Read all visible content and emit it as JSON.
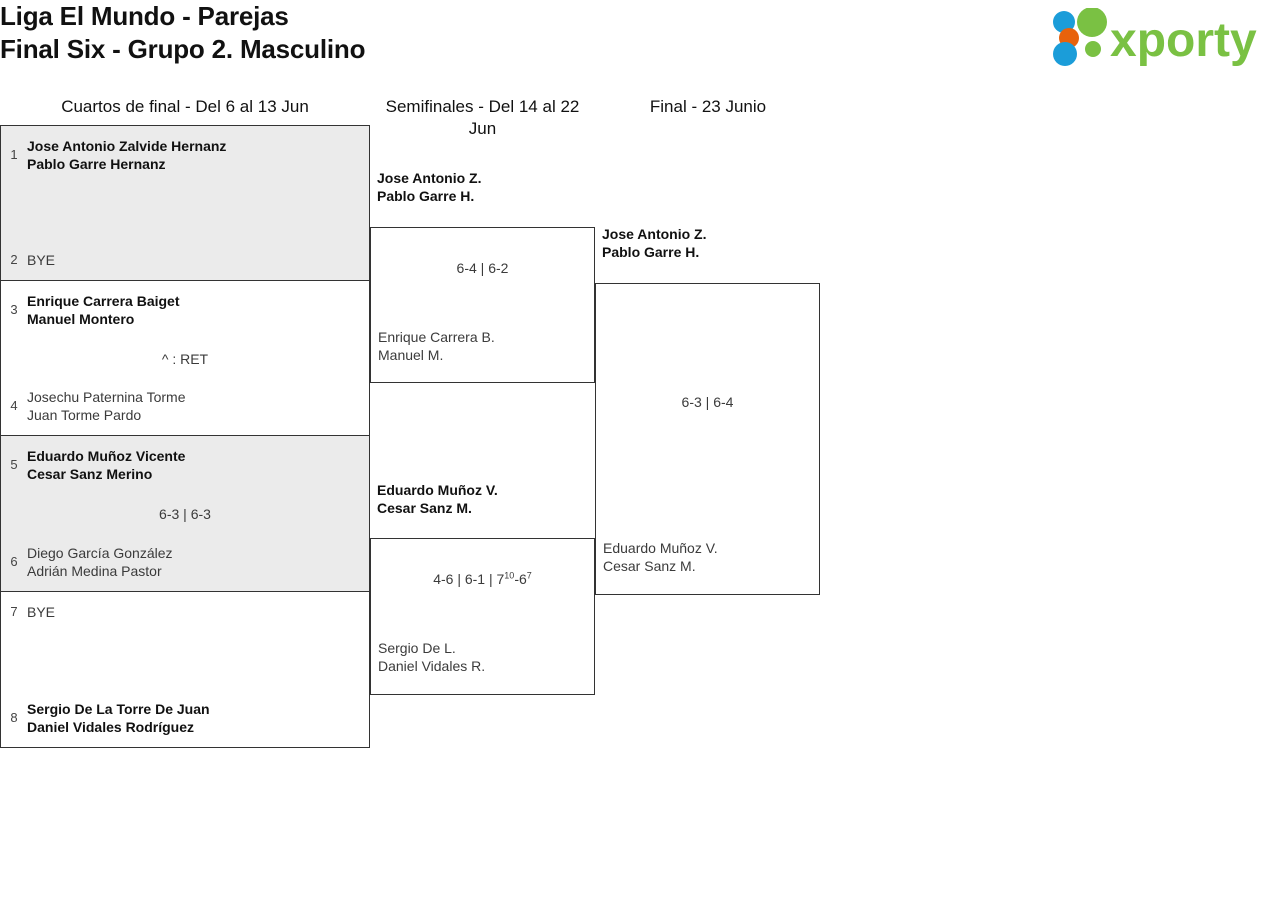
{
  "header": {
    "title": "Liga El Mundo - Parejas\nFinal Six - Grupo 2. Masculino",
    "logo_text": "xporty",
    "logo_colors": {
      "green": "#7ac143",
      "blue": "#1b9dd9",
      "orange": "#e8620c"
    }
  },
  "rounds": [
    {
      "label": "Cuartos de final - Del 6 al 13 Jun"
    },
    {
      "label": "Semifinales - Del 14 al 22 Jun"
    },
    {
      "label": "Final - 23 Junio"
    }
  ],
  "quarterfinals": [
    {
      "shaded": true,
      "top": {
        "seed": "1",
        "names": "Jose Antonio Zalvide Hernanz\nPablo Garre Hernanz",
        "winner": true
      },
      "bottom": {
        "seed": "2",
        "names": "BYE",
        "winner": false
      },
      "score": ""
    },
    {
      "shaded": false,
      "top": {
        "seed": "3",
        "names": "Enrique Carrera Baiget\nManuel Montero",
        "winner": true
      },
      "bottom": {
        "seed": "4",
        "names": "Josechu Paternina Torme\nJuan Torme Pardo",
        "winner": false
      },
      "score": "^ : RET"
    },
    {
      "shaded": true,
      "top": {
        "seed": "5",
        "names": "Eduardo Muñoz Vicente\nCesar Sanz Merino",
        "winner": true
      },
      "bottom": {
        "seed": "6",
        "names": "Diego García González\nAdrián Medina Pastor",
        "winner": false
      },
      "score": "6-3 | 6-3"
    },
    {
      "shaded": false,
      "top": {
        "seed": "7",
        "names": "BYE",
        "winner": false
      },
      "bottom": {
        "seed": "8",
        "names": "Sergio De La Torre De Juan\nDaniel Vidales Rodríguez",
        "winner": true
      },
      "score": ""
    }
  ],
  "semifinals": [
    {
      "top": {
        "names": "Jose Antonio Z.\nPablo Garre H.",
        "winner": true
      },
      "bottom": {
        "names": "Enrique Carrera B.\nManuel M.",
        "winner": false
      },
      "score": "6-4 | 6-2"
    },
    {
      "top": {
        "names": "Eduardo Muñoz V.\nCesar Sanz M.",
        "winner": true
      },
      "bottom": {
        "names": "Sergio De L.\nDaniel Vidales R.",
        "winner": false
      },
      "score_parts": [
        {
          "text": "4-6 | 6-1 | 7"
        },
        {
          "text": "10",
          "sup": true
        },
        {
          "text": "-6"
        },
        {
          "text": "7",
          "sup": true
        }
      ],
      "score": "4-6 | 6-1 | 7¹⁰-6⁷"
    }
  ],
  "final": {
    "top": {
      "names": "Jose Antonio Z.\nPablo Garre H.",
      "winner": true
    },
    "bottom": {
      "names": "Eduardo Muñoz V.\nCesar Sanz M.",
      "winner": false
    },
    "score": "6-3 | 6-4"
  }
}
